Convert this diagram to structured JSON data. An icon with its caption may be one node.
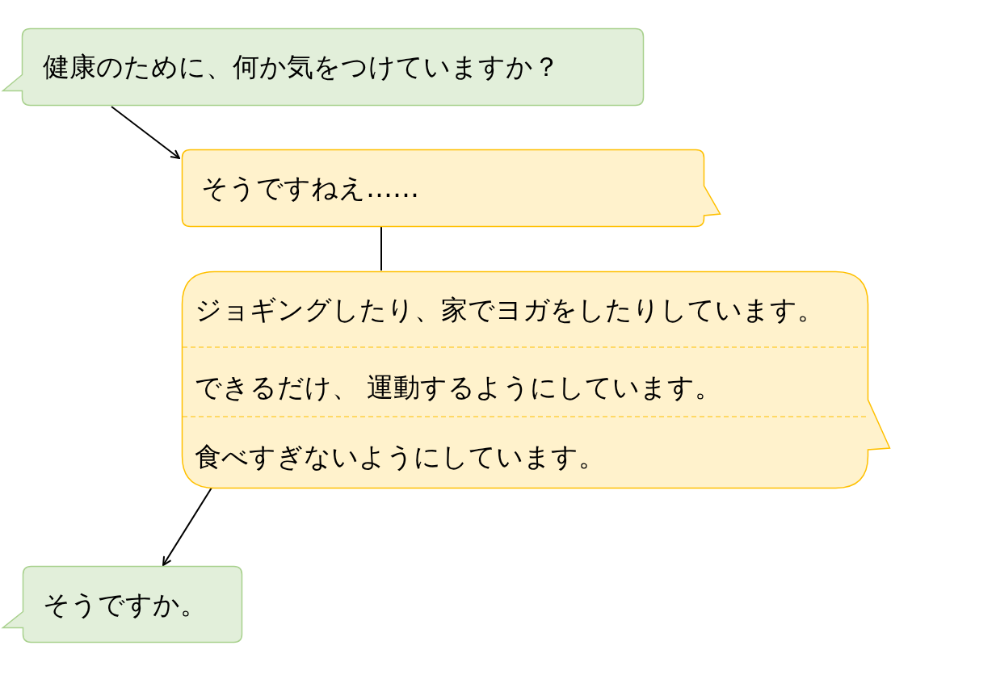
{
  "diagram": {
    "nodes": [
      {
        "text": [
          "健康のために、何か気をつけていますか？"
        ]
      },
      {
        "text": [
          "そうですねえ……"
        ]
      },
      {
        "text": [],
        "shape": "box"
      },
      {
        "text": [
          "ジョギングしたり、家でヨガをしたりしています。"
        ],
        "in": 2
      },
      {
        "text": [
          "できるだけ、 運動するようにしています。"
        ],
        "in": 2
      },
      {
        "text": [
          "食べすぎないようにしています。"
        ],
        "in": 2
      },
      {
        "text": [
          "そうですか。"
        ]
      }
    ],
    "edges": [
      {
        "from": 0,
        "to": 1,
        "arrow": "to"
      },
      {
        "from": 1,
        "to": 2,
        "arrow": "none"
      },
      {
        "from": 2,
        "to": 6,
        "arrow": "to"
      }
    ]
  }
}
